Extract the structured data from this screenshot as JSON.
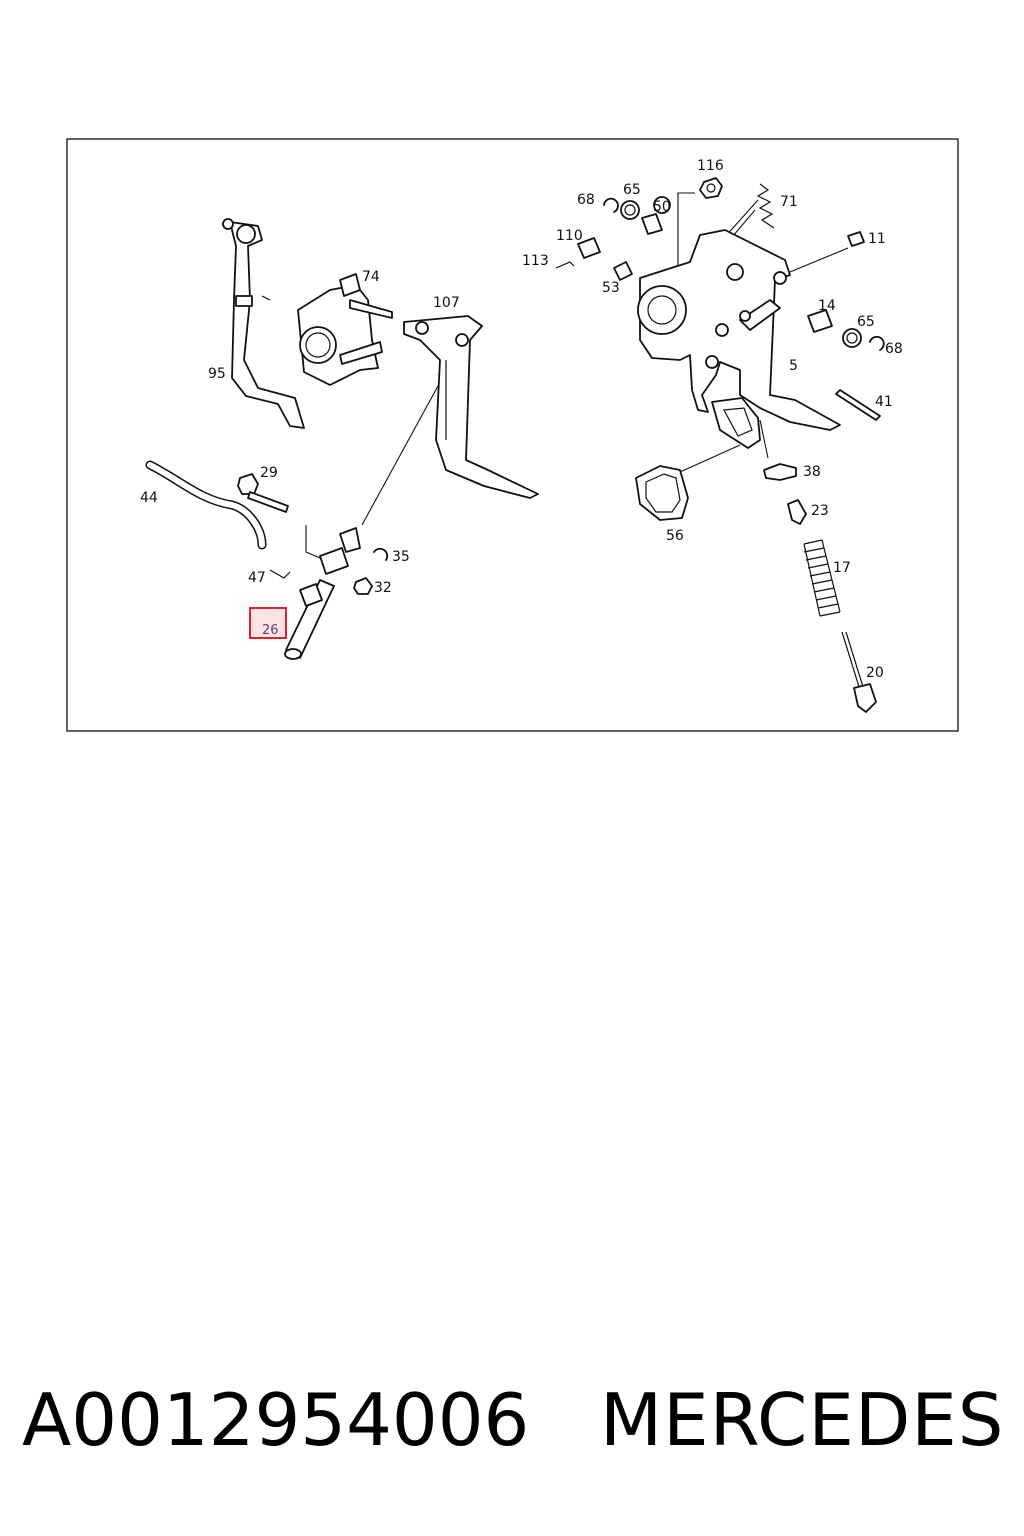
{
  "diagram": {
    "callouts": [
      {
        "id": "c116",
        "label": "116"
      },
      {
        "id": "c68a",
        "label": "68"
      },
      {
        "id": "c65a",
        "label": "65"
      },
      {
        "id": "c50",
        "label": "50"
      },
      {
        "id": "c71",
        "label": "71"
      },
      {
        "id": "c110",
        "label": "110"
      },
      {
        "id": "c11",
        "label": "11"
      },
      {
        "id": "c113",
        "label": "113"
      },
      {
        "id": "c74",
        "label": "74"
      },
      {
        "id": "c53",
        "label": "53"
      },
      {
        "id": "c107",
        "label": "107"
      },
      {
        "id": "c14",
        "label": "14"
      },
      {
        "id": "c65b",
        "label": "65"
      },
      {
        "id": "c68b",
        "label": "68"
      },
      {
        "id": "c5",
        "label": "5"
      },
      {
        "id": "c95",
        "label": "95"
      },
      {
        "id": "c41",
        "label": "41"
      },
      {
        "id": "c29",
        "label": "29"
      },
      {
        "id": "c38",
        "label": "38"
      },
      {
        "id": "c44",
        "label": "44"
      },
      {
        "id": "c23",
        "label": "23"
      },
      {
        "id": "c56",
        "label": "56"
      },
      {
        "id": "c35",
        "label": "35"
      },
      {
        "id": "c17",
        "label": "17"
      },
      {
        "id": "c47",
        "label": "47"
      },
      {
        "id": "c32",
        "label": "32"
      },
      {
        "id": "c26",
        "label": "26"
      },
      {
        "id": "c20",
        "label": "20"
      }
    ],
    "highlight_color": "#d9232d"
  },
  "caption": {
    "part_number": "A0012954006",
    "brand": "MERCEDES"
  }
}
